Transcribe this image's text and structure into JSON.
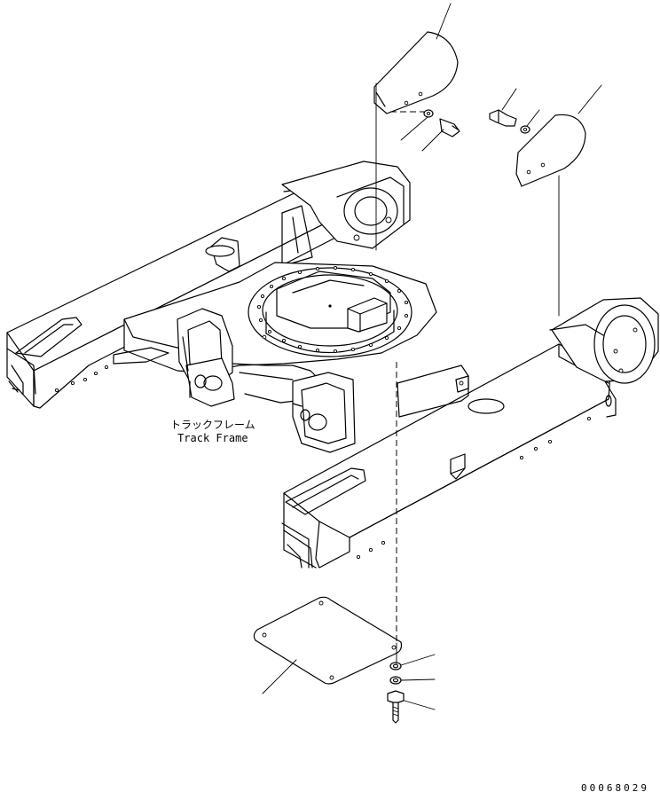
{
  "track_frame": {
    "label_jp": "トラックフレーム",
    "label_en": "Track Frame"
  },
  "drawing_number": "00068029"
}
